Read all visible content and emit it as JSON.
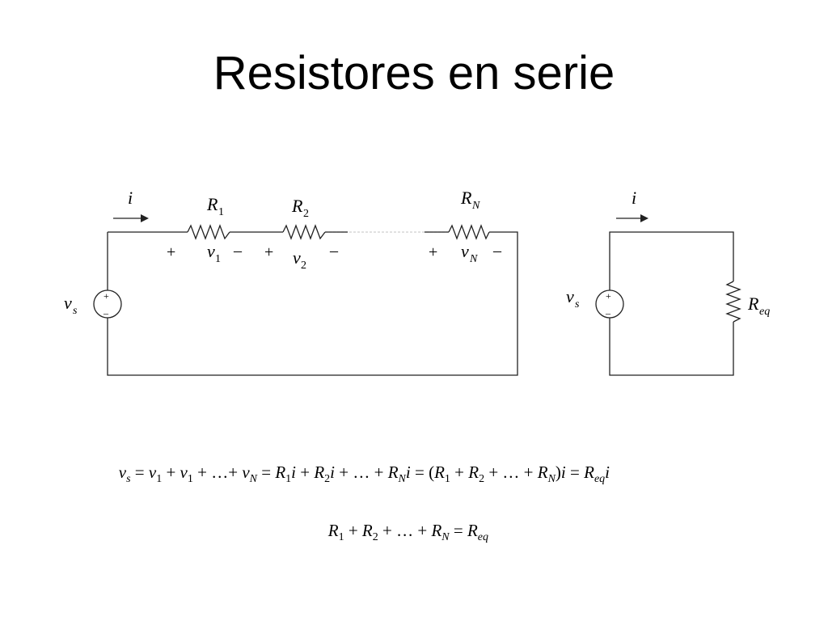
{
  "slide": {
    "title": "Resistores en serie"
  },
  "circuit_series": {
    "current_label": "i",
    "source_label": "v",
    "source_sub": "s",
    "source_plus": "+",
    "source_minus": "–",
    "r1": {
      "main": "R",
      "sub": "1"
    },
    "r2": {
      "main": "R",
      "sub": "2"
    },
    "rn": {
      "main": "R",
      "sub": "N"
    },
    "v1": {
      "main": "v",
      "sub": "1"
    },
    "v2": {
      "main": "v",
      "sub": "2"
    },
    "vn": {
      "main": "v",
      "sub": "N"
    },
    "plus": "+",
    "minus": "–"
  },
  "circuit_equivalent": {
    "current_label": "i",
    "source_label": "v",
    "source_sub": "s",
    "source_plus": "+",
    "source_minus": "–",
    "req": {
      "main": "R",
      "sub": "eq"
    }
  },
  "equation_1": {
    "lhs_main": "v",
    "lhs_sub": "s",
    "eq": " = ",
    "t1_main": "v",
    "t1_sub": "1",
    "plus": " + ",
    "t2_main": "v",
    "t2_sub": "1",
    "dots_plus": " + …+ ",
    "t3_main": "v",
    "t3_sub": "N",
    "r1_main": "R",
    "r1_sub": "1",
    "i": "i",
    "r2_main": "R",
    "r2_sub": "2",
    "dots": " + … + ",
    "rn_main": "R",
    "rn_sub": "N",
    "open": "(",
    "close": ")",
    "req_main": "R",
    "req_sub": "eq"
  },
  "equation_2": {
    "r1_main": "R",
    "r1_sub": "1",
    "plus": " + ",
    "r2_main": "R",
    "r2_sub": "2",
    "dots": " + … + ",
    "rn_main": "R",
    "rn_sub": "N",
    "eq": " = ",
    "req_main": "R",
    "req_sub": "eq"
  }
}
